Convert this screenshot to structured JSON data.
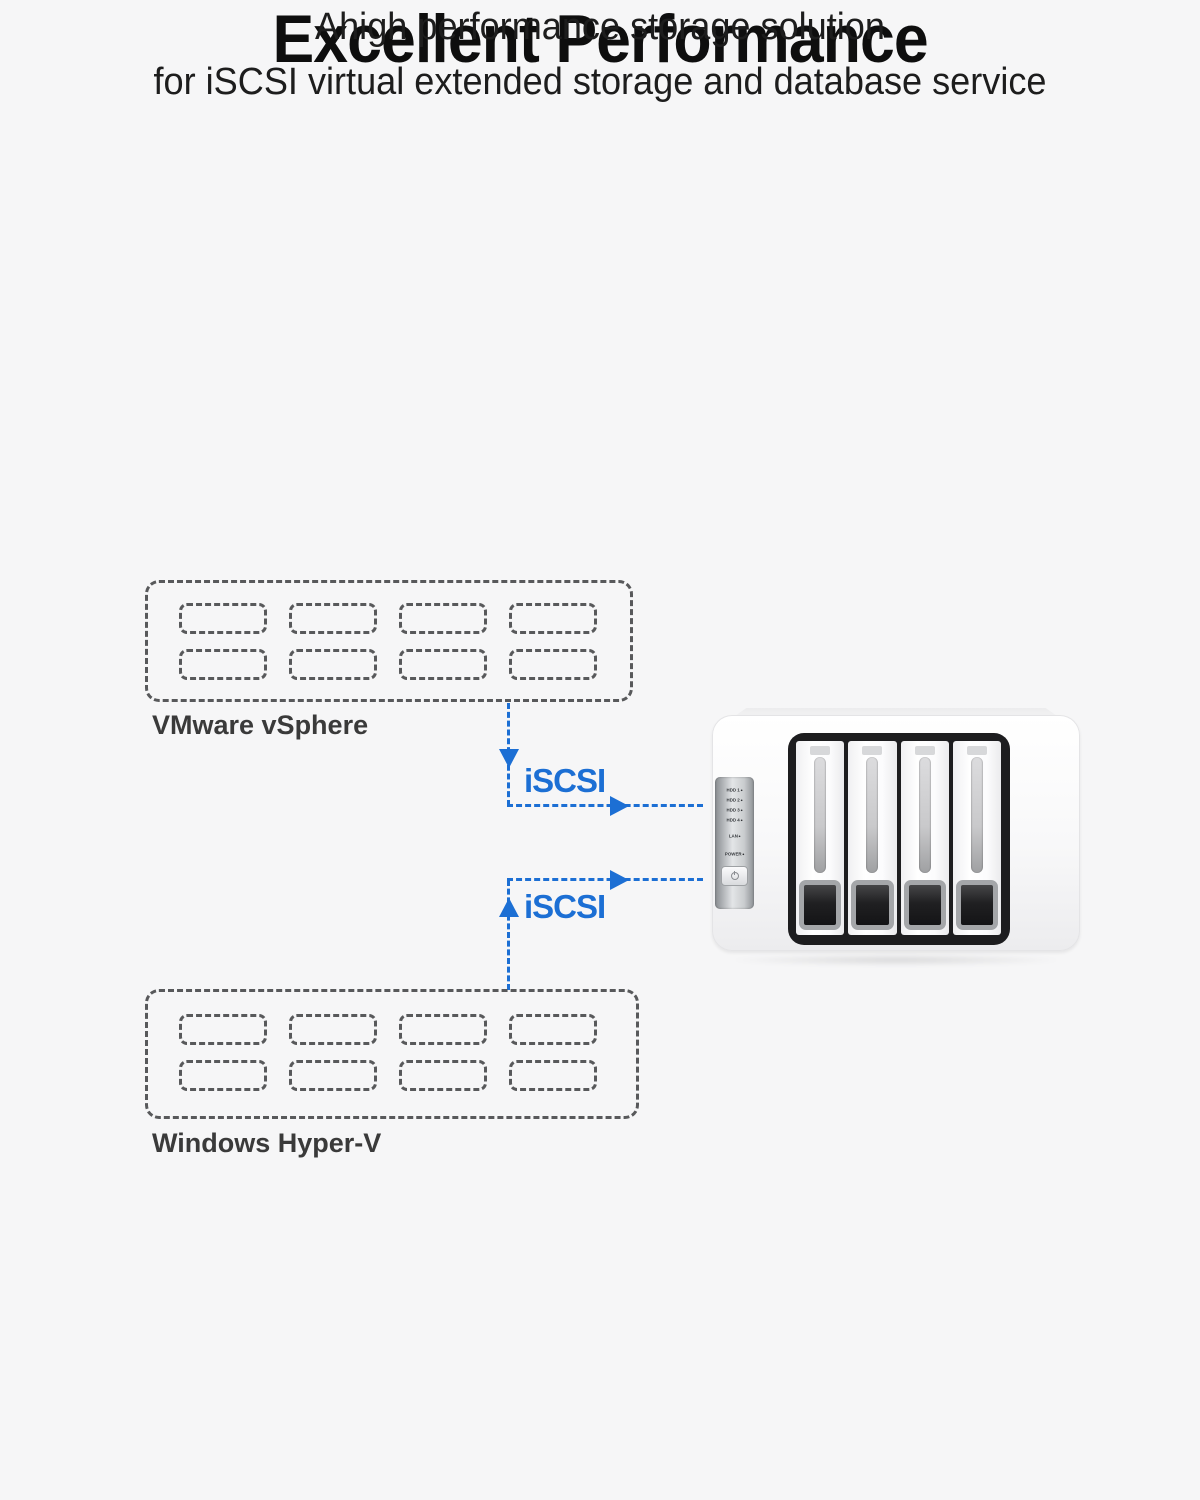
{
  "theme": {
    "accent": "#1c6fd4",
    "dash": "#58595b",
    "bg": "#f6f6f7"
  },
  "header": {
    "title": "Excellent Performance",
    "subtitle_line1": "Ahigh performance storage solution",
    "subtitle_line2": "for iSCSI virtual extended storage and database service"
  },
  "diagram": {
    "clusters": [
      {
        "label": "VMware vSphere",
        "slot_count": 8
      },
      {
        "label": "Windows Hyper-V",
        "slot_count": 8
      }
    ],
    "connections": [
      {
        "label": "iSCSI"
      },
      {
        "label": "iSCSI"
      }
    ],
    "nas": {
      "bay_count": 4,
      "leds": [
        "HDD 1",
        "HDD 2",
        "HDD 3",
        "HDD 4",
        "LAN",
        "POWER"
      ],
      "power_icon": "power-icon"
    }
  }
}
